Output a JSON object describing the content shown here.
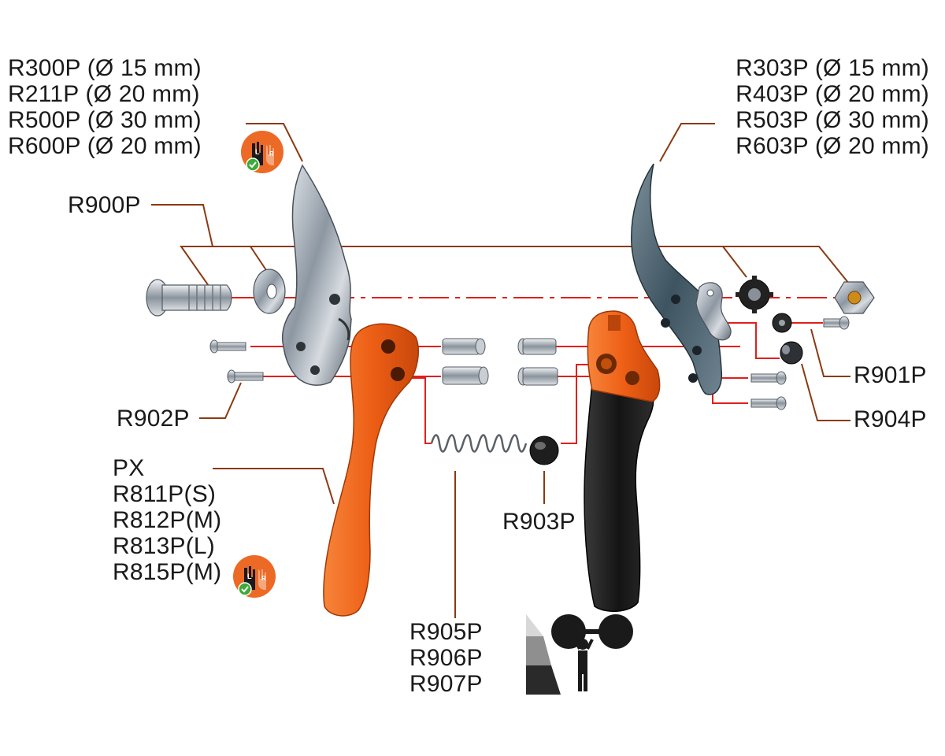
{
  "colors": {
    "leader": "#8a3a12",
    "guide": "#e0201a",
    "handle_orange": "#f0641a",
    "handle_black": "#1f1f1f",
    "steel": "#9aa3ad",
    "anvil_blade": "#4f6672",
    "badge": "#ec6a26",
    "check": "#3daa3a"
  },
  "icons": {
    "hand_badge": "left-right-hand-icon",
    "strength": "spring-strength-icon"
  },
  "labels": {
    "blade_left": [
      "R300P (Ø 15 mm)",
      "R211P (Ø 20 mm)",
      "R500P (Ø 30 mm)",
      "R600P (Ø 20 mm)"
    ],
    "blade_right": [
      "R303P (Ø 15 mm)",
      "R403P (Ø 20 mm)",
      "R503P (Ø 30 mm)",
      "R603P (Ø 20 mm)"
    ],
    "bolt_kit": "R900P",
    "washer_kit": "R901P",
    "small_screws_left": "R902P",
    "spring_stop": "R903P",
    "latch_kit": "R904P",
    "handles": [
      "PX",
      "R811P(S)",
      "R812P(M)",
      "R813P(L)",
      "R815P(M)"
    ],
    "springs": [
      "R905P",
      "R906P",
      "R907P"
    ]
  },
  "badge_letters": {
    "left": "L",
    "right": "R"
  }
}
